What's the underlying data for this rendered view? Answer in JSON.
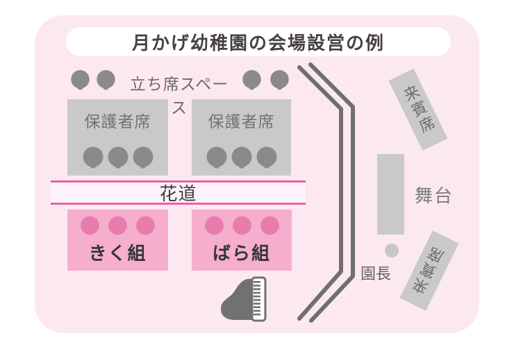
{
  "title": "月かげ幼稚園の会場設営の例",
  "standing_area": {
    "label": "立ち席スペース"
  },
  "parent_seats": {
    "label": "保護者席"
  },
  "hanamichi": {
    "label": "花道"
  },
  "classes": [
    {
      "label": "きく組"
    },
    {
      "label": "ばら組"
    }
  ],
  "stage": {
    "label": "舞台"
  },
  "principal": {
    "label": "園長"
  },
  "guest_seats": {
    "label": "来賓席"
  },
  "icons": {
    "audience_person": "person-balloon-icon",
    "child": "child-head-icon",
    "piano": "grand-piano-icon",
    "principal_dot": "principal-dot"
  },
  "colors": {
    "venue_background": "#fce8f0",
    "title_text": "#464044",
    "hanamichi_line": "#ec61a2",
    "hanamichi_strip": "#fdf3f8",
    "class_box_pink": "#f5aecb",
    "child_icon_pink": "#e87cad",
    "seat_box_gray": "#c9c9c9",
    "person_icon_gray": "#8a8a8a",
    "divider_gray": "#6f6f6f",
    "piano_gray": "#717171"
  }
}
